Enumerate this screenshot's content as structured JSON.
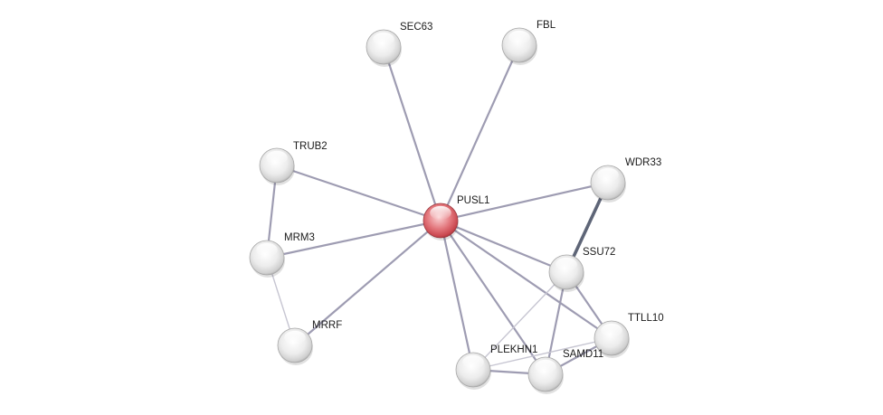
{
  "network": {
    "center": "PUSL1",
    "colors": {
      "center_node": "#d9545b",
      "node": "#e6e6e6",
      "edge": "#9e9cb2",
      "edge_strong": "#5e6577",
      "edge_light": "#c7c6d2"
    },
    "nodes": [
      {
        "id": "PUSL1",
        "label": "PUSL1",
        "is_query": true
      },
      {
        "id": "SEC63",
        "label": "SEC63",
        "is_query": false
      },
      {
        "id": "FBL",
        "label": "FBL",
        "is_query": false
      },
      {
        "id": "TRUB2",
        "label": "TRUB2",
        "is_query": false
      },
      {
        "id": "WDR33",
        "label": "WDR33",
        "is_query": false
      },
      {
        "id": "MRM3",
        "label": "MRM3",
        "is_query": false
      },
      {
        "id": "SSU72",
        "label": "SSU72",
        "is_query": false
      },
      {
        "id": "MRRF",
        "label": "MRRF",
        "is_query": false
      },
      {
        "id": "TTLL10",
        "label": "TTLL10",
        "is_query": false
      },
      {
        "id": "PLEKHN1",
        "label": "PLEKHN1",
        "is_query": false
      },
      {
        "id": "SAMD11",
        "label": "SAMD11",
        "is_query": false
      }
    ],
    "edges": [
      {
        "source": "PUSL1",
        "target": "SEC63",
        "strength": "normal"
      },
      {
        "source": "PUSL1",
        "target": "FBL",
        "strength": "normal"
      },
      {
        "source": "PUSL1",
        "target": "TRUB2",
        "strength": "normal"
      },
      {
        "source": "PUSL1",
        "target": "WDR33",
        "strength": "normal"
      },
      {
        "source": "PUSL1",
        "target": "MRM3",
        "strength": "normal"
      },
      {
        "source": "PUSL1",
        "target": "MRRF",
        "strength": "normal"
      },
      {
        "source": "PUSL1",
        "target": "SSU72",
        "strength": "normal"
      },
      {
        "source": "PUSL1",
        "target": "TTLL10",
        "strength": "normal"
      },
      {
        "source": "PUSL1",
        "target": "PLEKHN1",
        "strength": "normal"
      },
      {
        "source": "PUSL1",
        "target": "SAMD11",
        "strength": "normal"
      },
      {
        "source": "TRUB2",
        "target": "MRM3",
        "strength": "normal"
      },
      {
        "source": "MRM3",
        "target": "MRRF",
        "strength": "light"
      },
      {
        "source": "WDR33",
        "target": "SSU72",
        "strength": "strong"
      },
      {
        "source": "SSU72",
        "target": "TTLL10",
        "strength": "normal"
      },
      {
        "source": "SSU72",
        "target": "SAMD11",
        "strength": "normal"
      },
      {
        "source": "SSU72",
        "target": "PLEKHN1",
        "strength": "light"
      },
      {
        "source": "PLEKHN1",
        "target": "SAMD11",
        "strength": "normal"
      },
      {
        "source": "PLEKHN1",
        "target": "TTLL10",
        "strength": "light"
      },
      {
        "source": "SAMD11",
        "target": "TTLL10",
        "strength": "normal"
      }
    ]
  }
}
